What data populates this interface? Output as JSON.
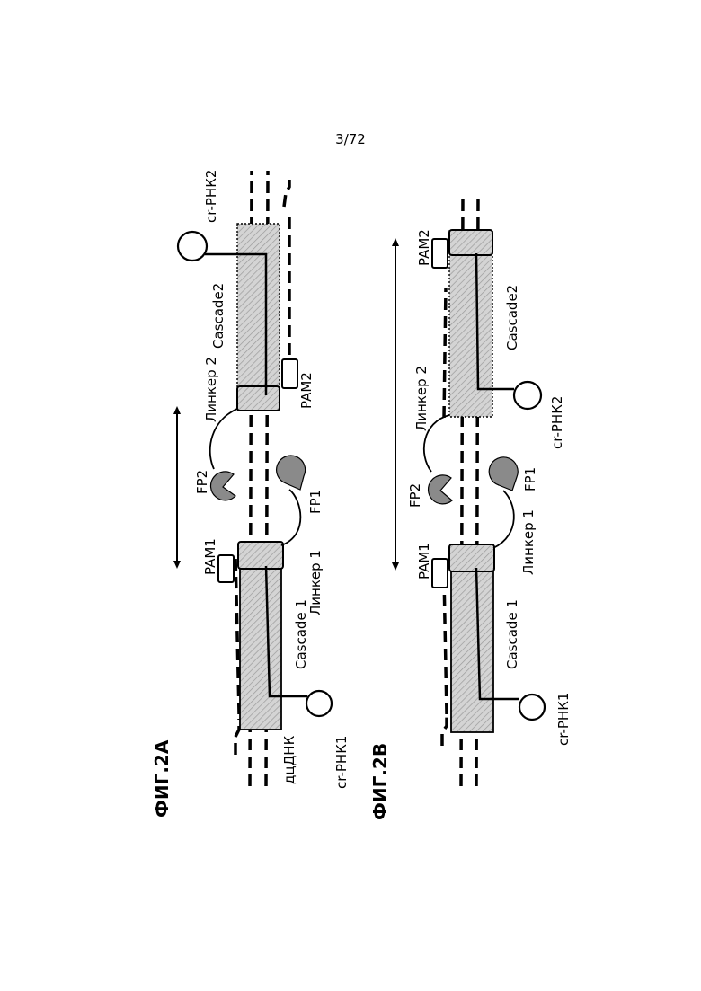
{
  "page_number": "3/72",
  "figure_a": {
    "title": "ФИГ.2А",
    "dsdna": "дцДНК",
    "crrna1": "cr-РНК1",
    "crrna2": "cr-РНК2",
    "cascade1": "Cascade 1",
    "cascade2": "Cascade2",
    "linker1": "Линкер 1",
    "linker2": "Линкер 2",
    "pam1": "PAM1",
    "pam2": "PAM2",
    "fp1": "FP1",
    "fp2": "FP2"
  },
  "figure_b": {
    "title": "ФИГ.2В",
    "crrna1": "cr-РНК1",
    "crrna2": "cr-РНК2",
    "cascade1": "Cascade 1",
    "cascade2": "Cascade2",
    "linker1": "Линкер 1",
    "linker2": "Линкер 2",
    "pam1": "PAM1",
    "pam2": "PAM2",
    "fp1": "FP1",
    "fp2": "FP2"
  },
  "colors": {
    "fluorescent_protein": "#8a8a8a",
    "cascade_fill": "#cfcfcf",
    "outline": "#000000"
  }
}
